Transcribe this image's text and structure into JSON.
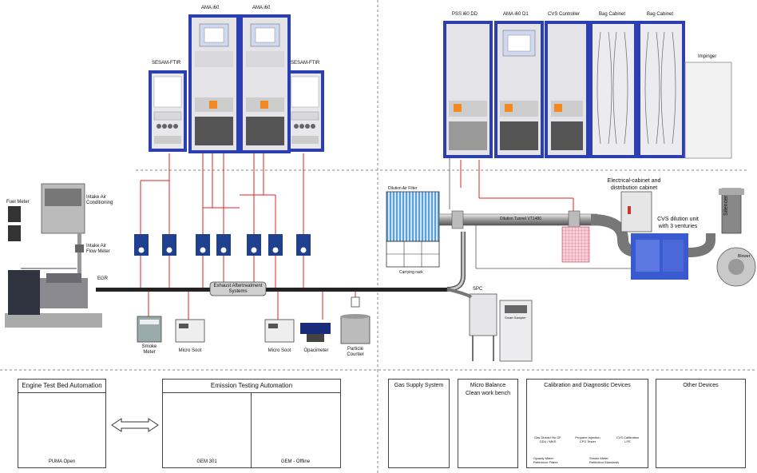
{
  "racks_left": {
    "sesam_left": "SESAM-FTIR",
    "ama_1": "AMA i60",
    "ama_2": "AMA i60",
    "sesam_right": "SESAM-FTIR"
  },
  "racks_right": {
    "pss": "PSS i60 DD",
    "ama_d1": "AMA i60 D1",
    "cvs_controller": "CVS Controller",
    "bag_cabinet_1": "Bag Cabinet",
    "bag_cabinet_2": "Bag Cabinet",
    "impinger": "Impinger"
  },
  "engine": {
    "fuel_meter": "Fuel Meter",
    "intake_air_conditioning": "Intake Air\nConditioning",
    "intake_air_flow_meter": "Intake Air\nFlow Meter",
    "egr": "EGR",
    "exhaust_aftertreatment": "Exhaust Aftertreatment\nSystems"
  },
  "instruments": {
    "smoke_meter": "Smoke\nMeter",
    "micro_soot_1": "Micro Soot",
    "micro_soot_2": "Micro Soot",
    "opacimeter": "Opacimeter",
    "particle_counter": "Particle\nCounter"
  },
  "cvs": {
    "dilution_air_filter": "Dilution Air Filter",
    "carrying_rack": "Carrying rack",
    "dilution_tunnel": "Dilution Tunnel VT1480",
    "electrical_cabinet": "Electrical-cabinet and\ndistribution cabinet",
    "cvs_dilution_unit": "CVS dilution unit\nwith 3 venturies",
    "silencer": "Silencer",
    "blower": "Blower",
    "spc": "SPC",
    "smart_sampler": "Smart Sampler"
  },
  "bottom": {
    "engine_test_bed": {
      "title": "Engine Test Bed Automation",
      "caption": "PUMA Open"
    },
    "emission_testing": {
      "title": "Emission Testing Automation",
      "caption_1": "GEM 301",
      "caption_2": "GEM - Offline"
    },
    "gas_supply": {
      "title": "Gas Supply System"
    },
    "micro_balance": {
      "title": "Micro Balance\nClean work bench"
    },
    "calibration": {
      "title": "Calibration and Diagnostic Devices",
      "item_1": "Gas Divider No GF\nGDU / MKS",
      "item_2": "Propane Injection\nCFO Tester",
      "item_3": "CVS Calibration\nLFE",
      "item_4": "Opacity Meter\nReference Filters",
      "item_5": "Smoke Meter\nReflection Standards"
    },
    "other_devices": {
      "title": "Other Devices"
    }
  },
  "colors": {
    "rack_blue": "#2b3fb0",
    "rack_grey": "#e4e4e8",
    "red_line": "#e02020",
    "dashed_divider": "#888888",
    "analyzer_blue": "#1f3f8f",
    "cvs_blue": "#3a5bd0"
  },
  "icons": [
    "rack-cabinet",
    "engine",
    "analyzer-module",
    "pipe",
    "blower",
    "gas-bottle",
    "workbench",
    "double-arrow"
  ]
}
